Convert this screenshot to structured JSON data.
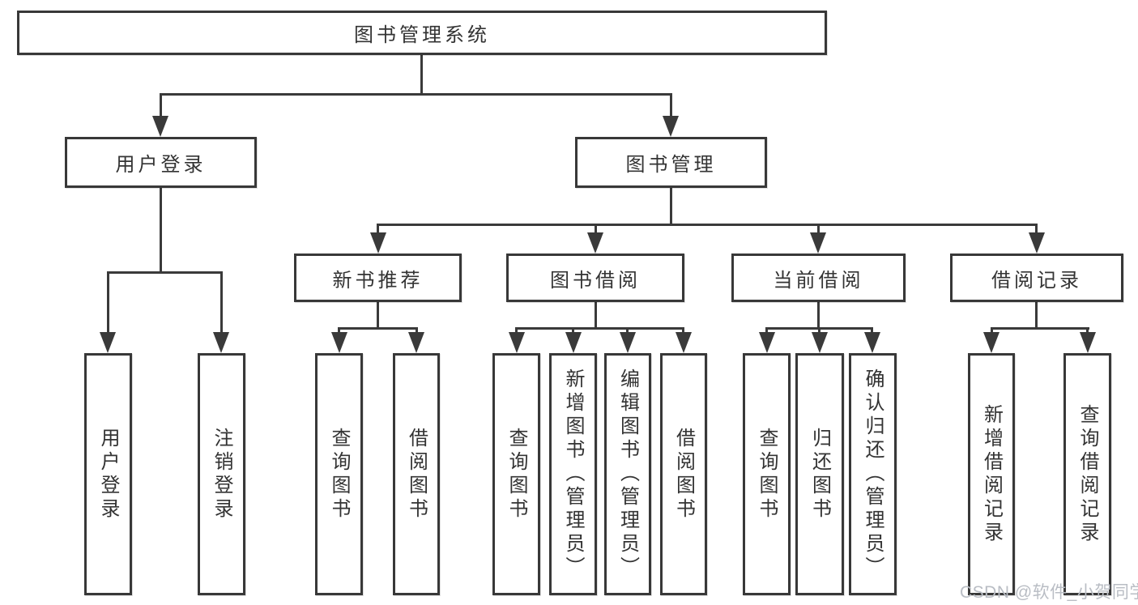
{
  "diagram_title": "图书管理系统",
  "watermark": "CSDN @软件_小贺同学",
  "colors": {
    "line": "#3a3a3a",
    "text": "#333333",
    "background": "#ffffff",
    "watermark": "#b9bdc4"
  },
  "tree": {
    "root": {
      "label": "图书管理系统",
      "children": [
        {
          "label": "用户登录",
          "children": [
            {
              "label": "用户登录"
            },
            {
              "label": "注销登录"
            }
          ]
        },
        {
          "label": "图书管理",
          "children": [
            {
              "label": "新书推荐",
              "children": [
                {
                  "label": "查询图书"
                },
                {
                  "label": "借阅图书"
                }
              ]
            },
            {
              "label": "图书借阅",
              "children": [
                {
                  "label": "查询图书"
                },
                {
                  "label": "新增图书（管理员）"
                },
                {
                  "label": "编辑图书（管理员）"
                },
                {
                  "label": "借阅图书"
                }
              ]
            },
            {
              "label": "当前借阅",
              "children": [
                {
                  "label": "查询图书"
                },
                {
                  "label": "归还图书"
                },
                {
                  "label": "确认归还（管理员）"
                }
              ]
            },
            {
              "label": "借阅记录",
              "children": [
                {
                  "label": "新增借阅记录"
                },
                {
                  "label": "查询借阅记录"
                }
              ]
            }
          ]
        }
      ]
    }
  }
}
